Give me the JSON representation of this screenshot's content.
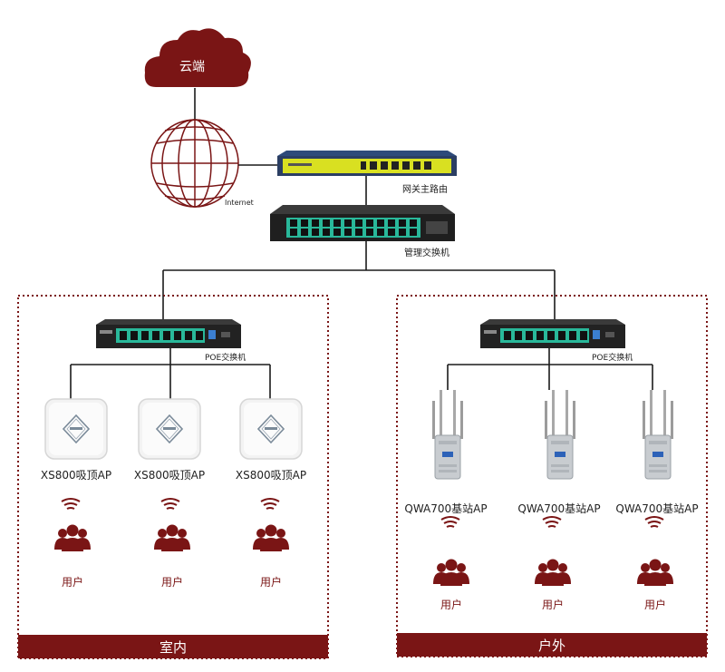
{
  "colors": {
    "accent": "#7a1515",
    "line": "#1a1a1a",
    "switch_green": "#29b89a",
    "router_yellow": "#d9e021",
    "router_blue": "#2e4a7a"
  },
  "cloud_label": "云端",
  "internet_label": "Internet",
  "router_label": "网关主路由",
  "core_switch_label": "管理交换机",
  "indoor": {
    "zone_label": "室内",
    "poe_label": "POE交换机",
    "aps": [
      {
        "label": "XS800吸顶AP",
        "user_label": "用户"
      },
      {
        "label": "XS800吸顶AP",
        "user_label": "用户"
      },
      {
        "label": "XS800吸顶AP",
        "user_label": "用户"
      }
    ]
  },
  "outdoor": {
    "zone_label": "户外",
    "poe_label": "POE交换机",
    "aps": [
      {
        "label": "QWA700基站AP",
        "user_label": "用户"
      },
      {
        "label": "QWA700基站AP",
        "user_label": "用户"
      },
      {
        "label": "QWA700基站AP",
        "user_label": "用户"
      }
    ]
  }
}
